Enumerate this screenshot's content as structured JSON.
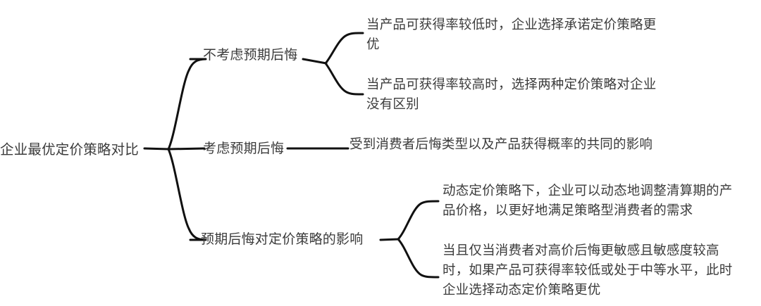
{
  "diagram": {
    "type": "mind-map",
    "title": "企业最优定价策略对比",
    "style": {
      "line_color": "#111111",
      "text_color": "#3b3b3b",
      "background": "#ffffff",
      "line_width": "3"
    },
    "root": {
      "label": "企业最优定价策略对比"
    },
    "branches": [
      {
        "label": "不考虑预期后悔",
        "children": [
          {
            "label": "当产品可获得率较低时，企业选择承诺定价策略更优"
          },
          {
            "label": "当产品可获得率较高时，选择两种定价策略对企业没有区别"
          }
        ]
      },
      {
        "label": "考虑预期后悔",
        "children": [
          {
            "label": "受到消费者后悔类型以及产品获得概率的共同的影响"
          }
        ]
      },
      {
        "label": "预期后悔对定价策略的影响",
        "children": [
          {
            "label": "动态定价策略下，企业可以动态地调整清算期的产品价格，以更好地满足策略型消费者的需求"
          },
          {
            "label": "当且仅当消费者对高价后悔更敏感且敏感度较高时，如果产品可获得率较低或处于中等水平，此时企业选择动态定价策略更优"
          }
        ]
      }
    ]
  }
}
